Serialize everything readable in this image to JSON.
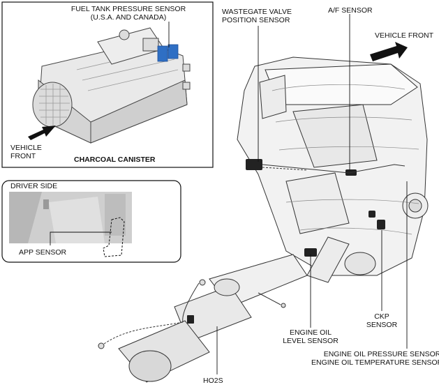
{
  "canister_panel": {
    "fuel_tank_sensor_line1": "FUEL TANK PRESSURE SENSOR",
    "fuel_tank_sensor_line2": "(U.S.A. AND CANADA)",
    "vehicle_front_line1": "VEHICLE",
    "vehicle_front_line2": "FRONT",
    "title": "CHARCOAL CANISTER"
  },
  "driver_panel": {
    "title": "DRIVER SIDE",
    "app_sensor": "APP SENSOR"
  },
  "engine": {
    "wastegate_line1": "WASTEGATE VALVE",
    "wastegate_line2": "POSITION SENSOR",
    "af_sensor": "A/F SENSOR",
    "vehicle_front": "VEHICLE FRONT",
    "ckp_line1": "CKP",
    "ckp_line2": "SENSOR",
    "oil_level_line1": "ENGINE OIL",
    "oil_level_line2": "LEVEL SENSOR",
    "oil_pressure_line1": "ENGINE OIL PRESSURE SENSOR/",
    "oil_pressure_line2": "ENGINE OIL TEMPERATURE SENSOR",
    "ho2s": "HO2S"
  },
  "colors": {
    "highlight": "#2f6fc4",
    "line": "#111111"
  }
}
